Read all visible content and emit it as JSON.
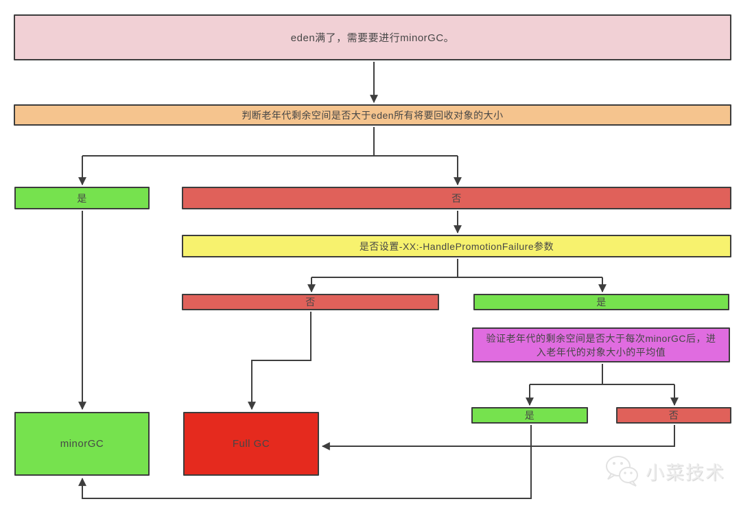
{
  "nodes": {
    "eden_full": {
      "label": "eden满了，需要要进行minorGC。",
      "fill": "#f1d0d5"
    },
    "check_old_space": {
      "label": "判断老年代剩余空间是否大于eden所有将要回收对象的大小",
      "fill": "#f5c48e"
    },
    "branch_yes": {
      "label": "是",
      "fill": "#76e24e"
    },
    "branch_no": {
      "label": "否",
      "fill": "#e0615a"
    },
    "check_promotion_flag": {
      "label": "是否设置-XX:-HandlePromotionFailure参数",
      "fill": "#f7f26e"
    },
    "flag_no": {
      "label": "否",
      "fill": "#e0615a"
    },
    "flag_yes": {
      "label": "是",
      "fill": "#76e24e"
    },
    "verify_average": {
      "label": "验证老年代的剩余空间是否大于每次minorGC后，进入老年代的对象大小的平均值",
      "fill": "#e06ce0"
    },
    "verify_yes": {
      "label": "是",
      "fill": "#76e24e"
    },
    "verify_no": {
      "label": "否",
      "fill": "#e0615a"
    },
    "minor_gc": {
      "label": "minorGC",
      "fill": "#76e24e"
    },
    "full_gc": {
      "label": "Full GC",
      "fill": "#e52a1e"
    }
  },
  "watermark": {
    "text": "小菜技术",
    "icon": "wechat-logo",
    "color": "#ededed"
  },
  "style": {
    "line_color": "#3e3e3e",
    "border_color": "#3c3c3c",
    "text_color": "#464646",
    "background": "#ffffff"
  }
}
